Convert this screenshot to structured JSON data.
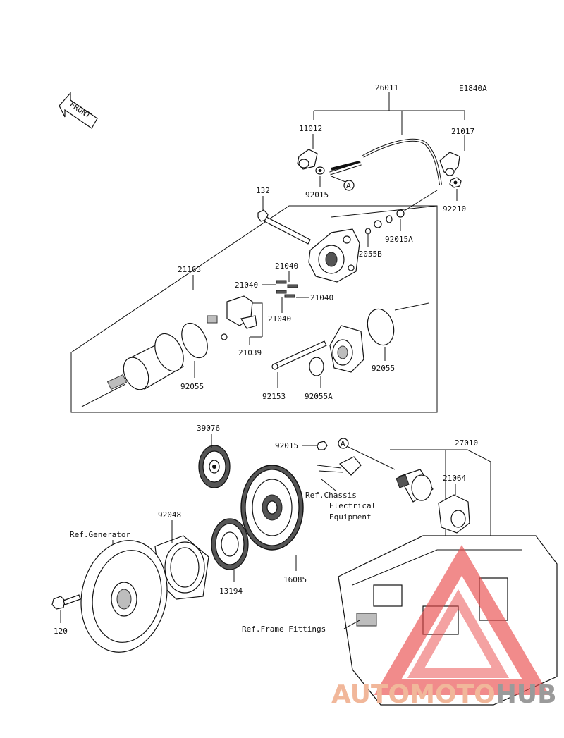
{
  "diagram": {
    "code": "E1840A",
    "front_label": "FRONT",
    "ref_labels": {
      "generator": "Ref.Generator",
      "chassis_1": "Ref.Chassis",
      "chassis_2": "Electrical",
      "chassis_3": "Equipment",
      "frame": "Ref.Frame Fittings"
    },
    "callout_a": "A",
    "parts": {
      "p26011": "26011",
      "p11012": "11012",
      "p21017": "21017",
      "p92015_top": "92015",
      "p92210": "92210",
      "p132": "132",
      "p92015A": "92015A",
      "p92055B": "92055B",
      "p21163": "21163",
      "p21040_a": "21040",
      "p21040_b": "21040",
      "p21040_c": "21040",
      "p21040_d": "21040",
      "p21039": "21039",
      "p92055_left": "92055",
      "p92153": "92153",
      "p92055A": "92055A",
      "p92055_right": "92055",
      "p39076": "39076",
      "p92015_mid": "92015",
      "p27010": "27010",
      "p21064": "21064",
      "p92048": "92048",
      "p13194": "13194",
      "p16085": "16085",
      "p120": "120"
    }
  },
  "watermark": {
    "part1": "AUTOMOTO",
    "part2": "HUB",
    "color_1": "#f1b79a",
    "color_2": "#9a9a9a",
    "triangle_color": "#e94a4a"
  }
}
